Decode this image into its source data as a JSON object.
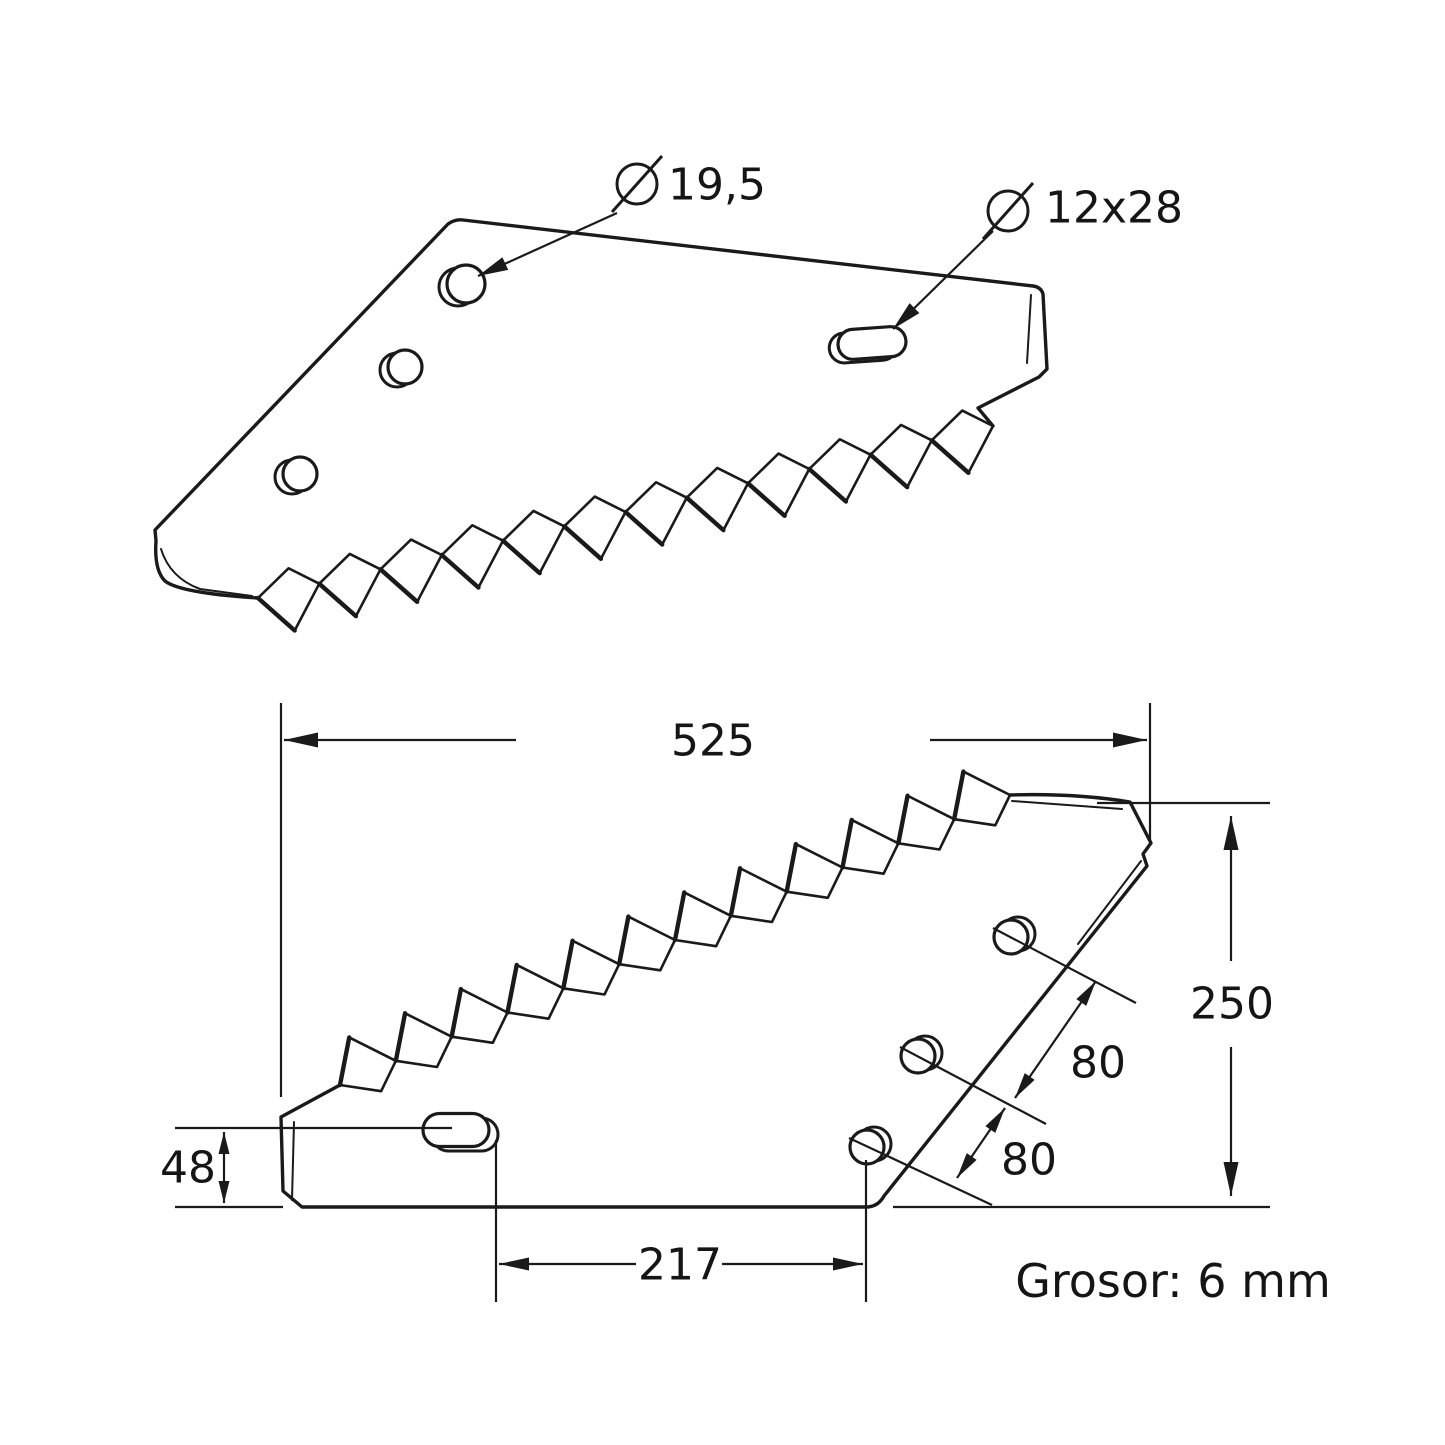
{
  "drawing": {
    "callout_hole": {
      "symbol": "⌀",
      "value": "19,5"
    },
    "callout_slot": {
      "symbol": "⌀",
      "value": "12x28"
    },
    "dim_width": "525",
    "dim_height": "250",
    "dim_hole_spacing_a": "80",
    "dim_hole_spacing_b": "80",
    "dim_foot_height": "48",
    "dim_slot_to_hole": "217",
    "note_thickness": "Grosor: 6 mm",
    "colors": {
      "line": "#1a1a1a",
      "background": "#ffffff"
    }
  }
}
